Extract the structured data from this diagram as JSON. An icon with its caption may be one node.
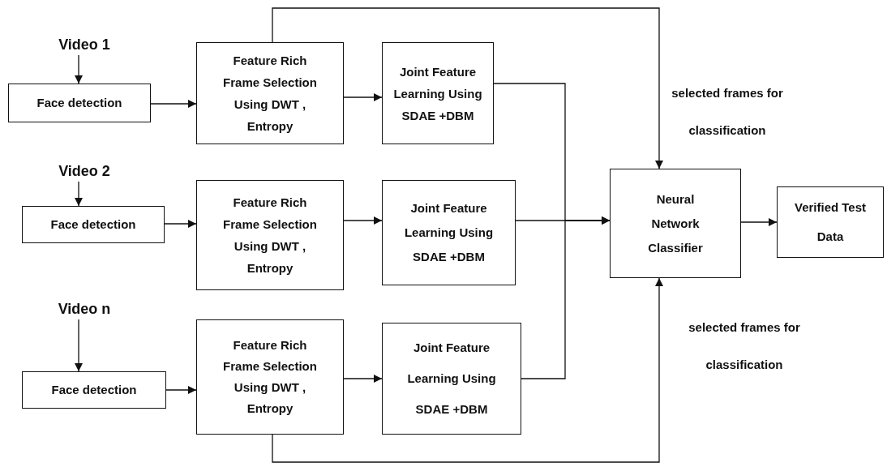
{
  "diagram": {
    "nodes": [
      {
        "text": [
          "Video 1"
        ]
      },
      {
        "text": [
          "Face detection"
        ]
      },
      {
        "text": [
          "Feature Rich Frame Selection Using DWT , Entropy"
        ]
      },
      {
        "text": [
          "Joint Feature Learning Using SDAE +DBM"
        ]
      },
      {
        "text": [
          "Video 2"
        ]
      },
      {
        "text": [
          "Face detection"
        ]
      },
      {
        "text": [
          "Feature Rich Frame Selection Using DWT , Entropy"
        ]
      },
      {
        "text": [
          "Joint Feature Learning Using SDAE +DBM"
        ]
      },
      {
        "text": [
          "Video n"
        ]
      },
      {
        "text": [
          "Face detection"
        ]
      },
      {
        "text": [
          "Feature Rich Frame Selection Using DWT , Entropy"
        ]
      },
      {
        "text": [
          "Joint Feature Learning Using SDAE +DBM"
        ]
      },
      {
        "text": [
          "Neural Network Classifier"
        ]
      },
      {
        "text": [
          "Verified Test Data"
        ]
      }
    ],
    "edges": [
      {
        "from": 0,
        "to": 1,
        "arrow": "to"
      },
      {
        "from": 1,
        "to": 2,
        "arrow": "to"
      },
      {
        "from": 2,
        "to": 3,
        "arrow": "to"
      },
      {
        "from": 4,
        "to": 5,
        "arrow": "to"
      },
      {
        "from": 5,
        "to": 6,
        "arrow": "to"
      },
      {
        "from": 6,
        "to": 7,
        "arrow": "to"
      },
      {
        "from": 8,
        "to": 9,
        "arrow": "to"
      },
      {
        "from": 9,
        "to": 10,
        "arrow": "to"
      },
      {
        "from": 10,
        "to": 11,
        "arrow": "to"
      },
      {
        "from": 2,
        "to": 12,
        "label": "selected frames for classification",
        "arrow": "to"
      },
      {
        "from": 3,
        "to": 12,
        "arrow": "to"
      },
      {
        "from": 7,
        "to": 12,
        "arrow": "to"
      },
      {
        "from": 11,
        "to": 12,
        "arrow": "to"
      },
      {
        "from": 10,
        "to": 12,
        "label": "selected frames for classification",
        "arrow": "to"
      },
      {
        "from": 12,
        "to": 13,
        "arrow": "to"
      }
    ]
  }
}
